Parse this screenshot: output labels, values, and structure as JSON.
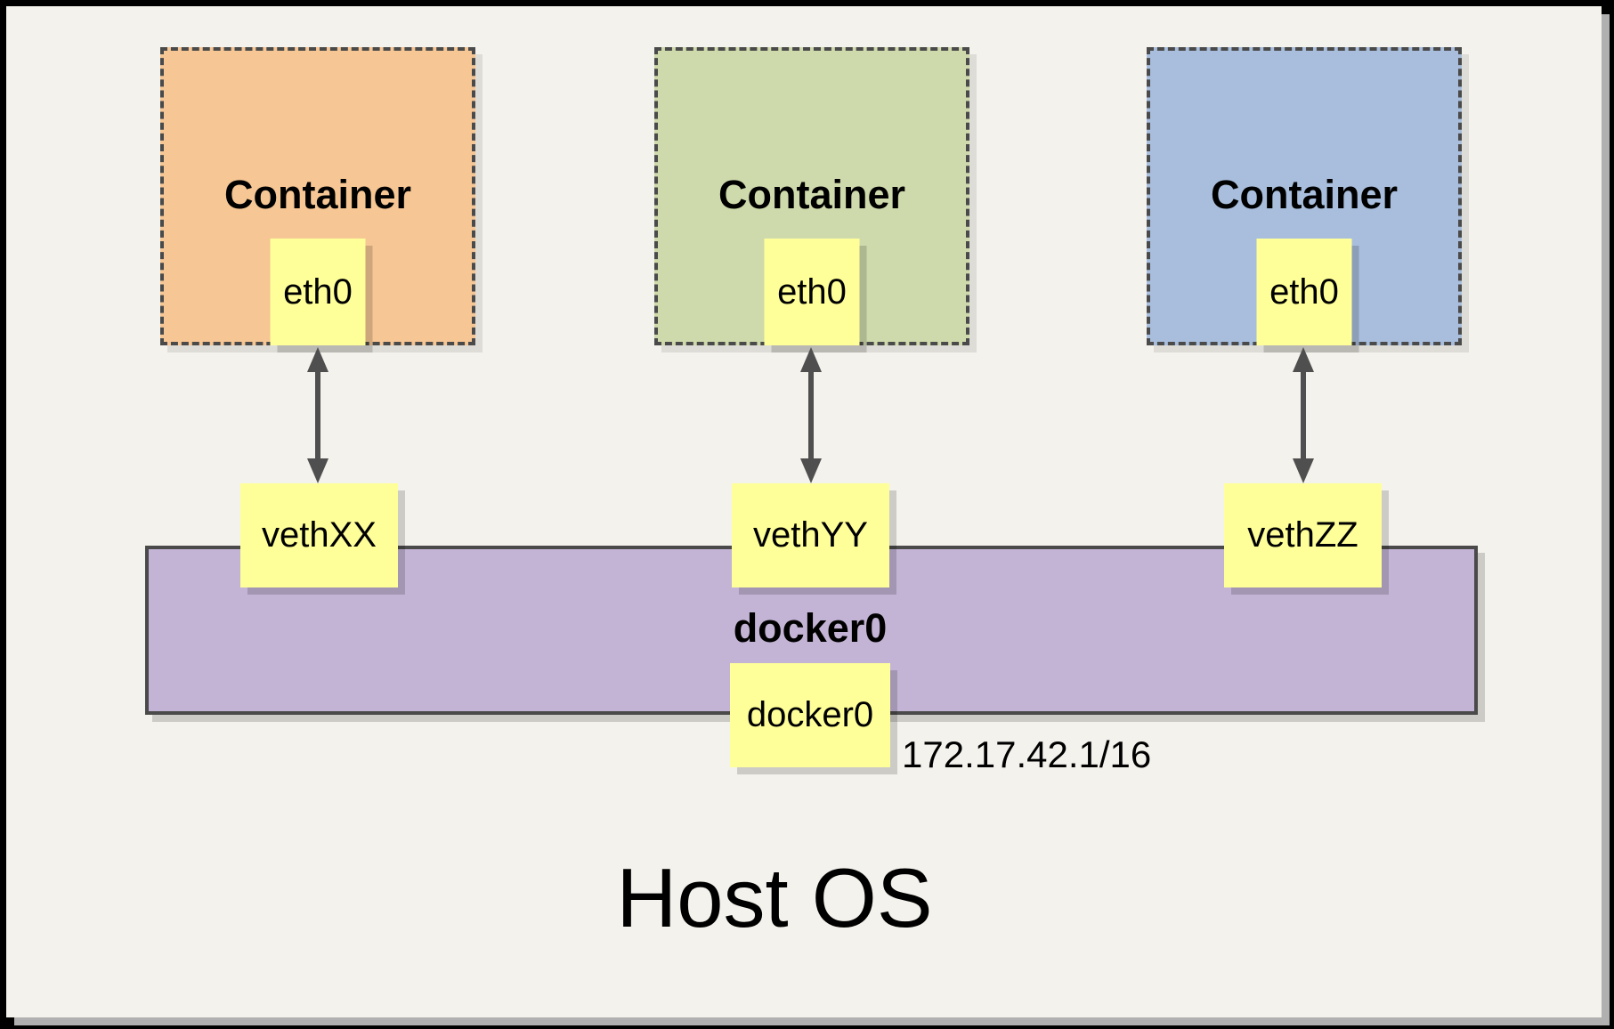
{
  "host": {
    "label": "Host OS"
  },
  "bridge": {
    "label": "docker0",
    "interface": {
      "label": "docker0",
      "ip": "172.17.42.1/16"
    },
    "fill": "#c3b3d5",
    "border_color": "#4a4a4a"
  },
  "containers": [
    {
      "label": "Container",
      "interface": "eth0",
      "veth": "vethXX",
      "fill": "#f6c694"
    },
    {
      "label": "Container",
      "interface": "eth0",
      "veth": "vethYY",
      "fill": "#cfdaac"
    },
    {
      "label": "Container",
      "interface": "eth0",
      "veth": "vethZZ",
      "fill": "#a8bedc"
    }
  ],
  "colors": {
    "page_background": "#f4f2ec",
    "frame": "#000000",
    "frame_shadow": "#b0b0b0",
    "node_fill": "#ffff99",
    "dashed_border": "#4a4a4a",
    "arrow": "#4f4f4f",
    "text": "#000000"
  }
}
